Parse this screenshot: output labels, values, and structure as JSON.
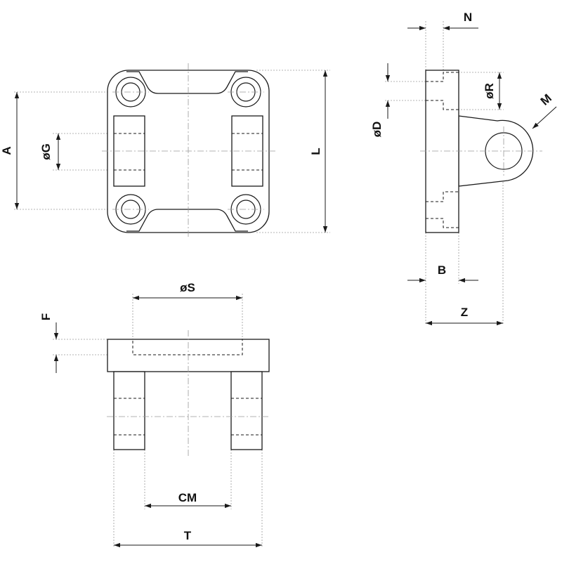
{
  "labels": {
    "A": "A",
    "G": "øG",
    "L": "L",
    "N": "N",
    "D": "øD",
    "R": "øR",
    "M": "M",
    "B": "B",
    "Z": "Z",
    "S": "øS",
    "F": "F",
    "CM": "CM",
    "T": "T"
  }
}
